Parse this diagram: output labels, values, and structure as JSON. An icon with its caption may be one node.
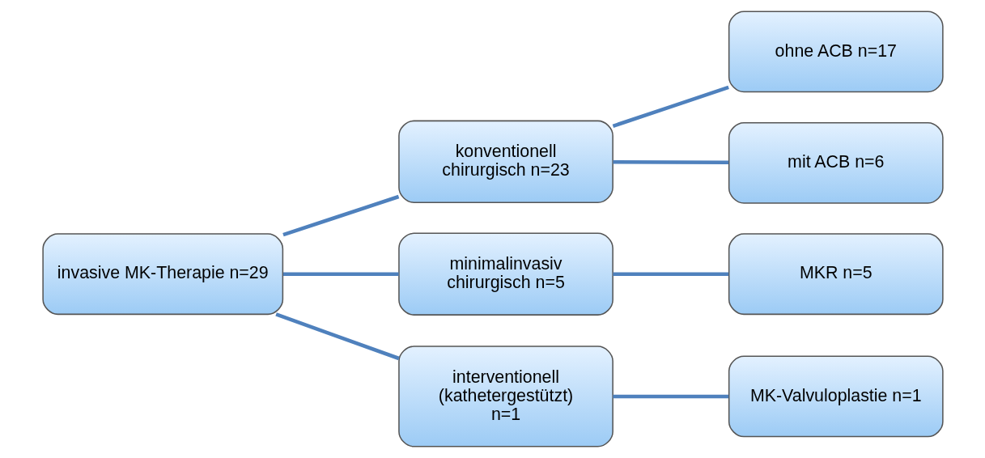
{
  "diagram": {
    "nodes": [
      {
        "text": [
          "invasive MK-Therapie n=29"
        ]
      },
      {
        "text": [
          "konventionell chirurgisch n=23"
        ]
      },
      {
        "text": [
          "minimalinvasiv chirurgisch n=5"
        ]
      },
      {
        "text": [
          "interventionell (kathetergestützt) n=1"
        ]
      },
      {
        "text": [
          "ohne ACB n=17"
        ]
      },
      {
        "text": [
          "mit ACB n=6"
        ]
      },
      {
        "text": [
          "MKR n=5"
        ]
      },
      {
        "text": [
          "MK-Valvuloplastie n=1"
        ]
      }
    ],
    "edges": [
      {
        "from": 0,
        "to": 1,
        "arrow": "none"
      },
      {
        "from": 0,
        "to": 2,
        "arrow": "none"
      },
      {
        "from": 0,
        "to": 3,
        "arrow": "none"
      },
      {
        "from": 1,
        "to": 4,
        "arrow": "none"
      },
      {
        "from": 1,
        "to": 5,
        "arrow": "none"
      },
      {
        "from": 2,
        "to": 6,
        "arrow": "none"
      },
      {
        "from": 3,
        "to": 7,
        "arrow": "none"
      }
    ]
  }
}
